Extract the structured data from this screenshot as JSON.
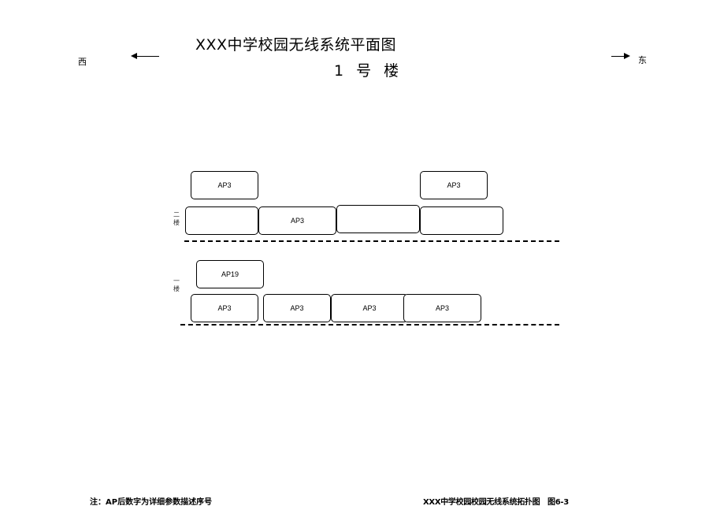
{
  "header": {
    "title": "XXX中学校园无线系统平面图",
    "subtitle": "1 号 楼"
  },
  "compass": {
    "west": "西",
    "east": "东"
  },
  "floors": {
    "second": {
      "label": "二楼",
      "label_chars": [
        "二",
        "楼"
      ],
      "top_rooms": [
        "AP3",
        "AP3"
      ],
      "rooms": [
        "",
        "AP3",
        "",
        ""
      ]
    },
    "first": {
      "label": "一楼",
      "label_chars": [
        "一",
        "楼"
      ],
      "top_rooms": [
        "AP19"
      ],
      "rooms": [
        "AP3",
        "AP3",
        "AP3",
        "AP3"
      ]
    }
  },
  "footer": {
    "note": "注：AP后数字为详细参数描述序号",
    "caption": "XXX中学校园校园无线系统拓扑图　图6-3"
  }
}
